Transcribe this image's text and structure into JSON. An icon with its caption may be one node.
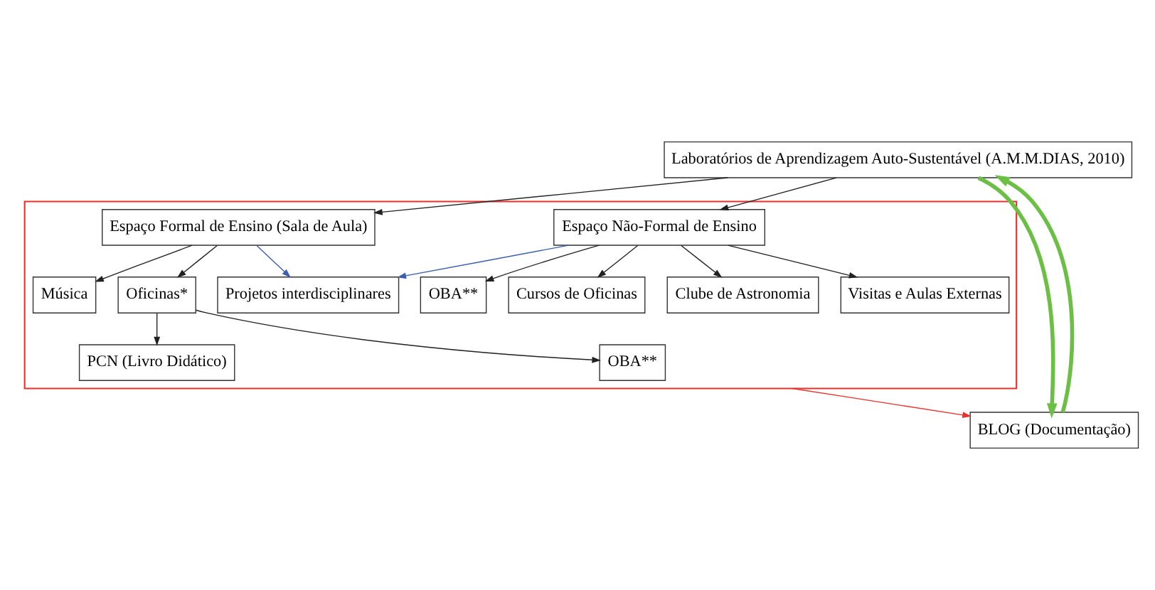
{
  "diagram": {
    "nodes": [
      {
        "text": [
          "Laboratórios de Aprendizagem Auto-Sustentável (A.M.M.DIAS, 2010)"
        ]
      },
      {
        "text": [],
        "shape": "box"
      },
      {
        "text": [
          "Espaço Formal de Ensino (Sala de Aula)"
        ],
        "in": 1
      },
      {
        "text": [
          "Espaço Não-Formal de Ensino"
        ],
        "in": 1
      },
      {
        "text": [
          "Música"
        ],
        "in": 1
      },
      {
        "text": [
          "Oficinas*"
        ],
        "in": 1
      },
      {
        "text": [
          "PCN (Livro Didático)"
        ],
        "in": 1
      },
      {
        "text": [
          "OBA**"
        ],
        "in": 1
      },
      {
        "text": [
          "Projetos interdisciplinares"
        ],
        "in": 1
      },
      {
        "text": [
          "OBA**"
        ],
        "in": 1
      },
      {
        "text": [
          "Cursos de Oficinas"
        ],
        "in": 1
      },
      {
        "text": [
          "Clube de Astronomia"
        ],
        "in": 1
      },
      {
        "text": [
          "Visitas e Aulas Externas"
        ],
        "in": 1
      },
      {
        "text": [
          "BLOG (Documentação)"
        ]
      }
    ],
    "edges": [
      {
        "from": 0,
        "to": 2,
        "arrow": "to"
      },
      {
        "from": 0,
        "to": 3,
        "arrow": "to"
      },
      {
        "from": 2,
        "to": 4,
        "arrow": "to"
      },
      {
        "from": 2,
        "to": 5,
        "arrow": "to"
      },
      {
        "from": 5,
        "to": 6,
        "arrow": "to"
      },
      {
        "from": 5,
        "to": 7,
        "arrow": "to"
      },
      {
        "from": 2,
        "to": 8,
        "arrow": "to",
        "color": "#3a5fb0"
      },
      {
        "from": 3,
        "to": 8,
        "arrow": "to",
        "color": "#3a5fb0"
      },
      {
        "from": 3,
        "to": 9,
        "arrow": "to"
      },
      {
        "from": 3,
        "to": 10,
        "arrow": "to"
      },
      {
        "from": 3,
        "to": 11,
        "arrow": "to"
      },
      {
        "from": 3,
        "to": 12,
        "arrow": "to"
      },
      {
        "from": 1,
        "to": 13,
        "arrow": "to",
        "color": "#e8312b"
      },
      {
        "from": 13,
        "to": 0,
        "arrow": "to",
        "color": "#6cbf45",
        "style": "thick"
      },
      {
        "from": 0,
        "to": 13,
        "arrow": "to",
        "color": "#6cbf45",
        "style": "thick"
      }
    ]
  }
}
